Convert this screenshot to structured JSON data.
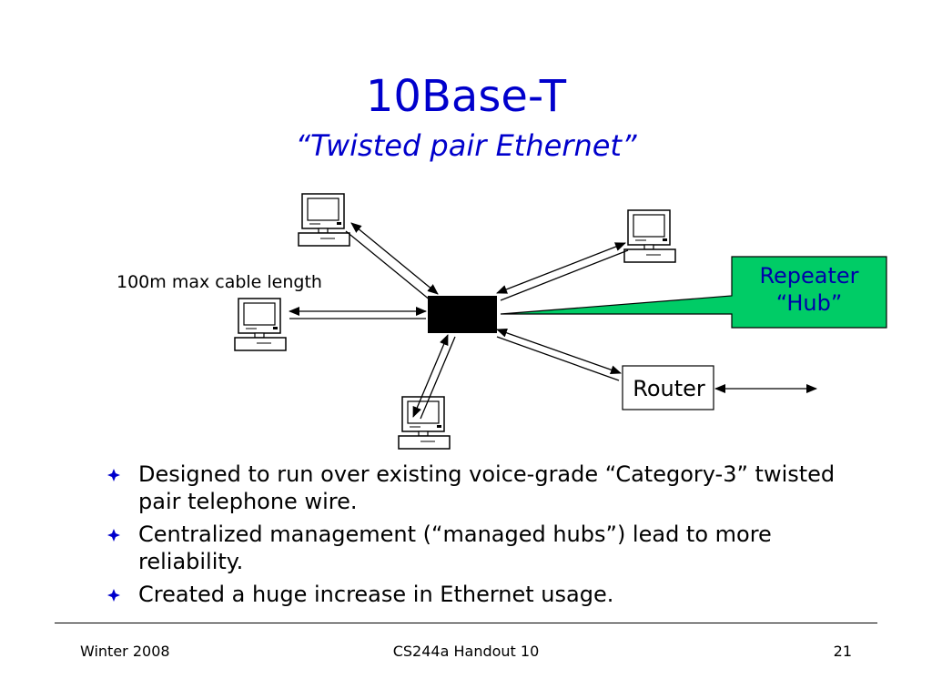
{
  "slide": {
    "title": "10Base-T",
    "subtitle": "“Twisted pair Ethernet”"
  },
  "diagram": {
    "cable_label": "100m max cable length",
    "callout": {
      "line1": "Repeater",
      "line2": "“Hub”",
      "fill_color": "#00cc66"
    },
    "router_label": "Router",
    "hub_color": "#000000",
    "icons": [
      "computer-icon",
      "computer-icon",
      "computer-icon",
      "computer-icon",
      "router-box"
    ]
  },
  "bullets": [
    "Designed to run over existing voice-grade “Category-3” twisted pair telephone wire.",
    "Centralized management (“managed hubs”) lead to more reliability.",
    "Created a huge increase in Ethernet usage."
  ],
  "footer": {
    "left": "Winter 2008",
    "center": "CS244a Handout 10",
    "page_number": "21"
  },
  "colors": {
    "title": "#0000cc",
    "callout_text": "#0000aa",
    "bullet": "#0000cc"
  }
}
